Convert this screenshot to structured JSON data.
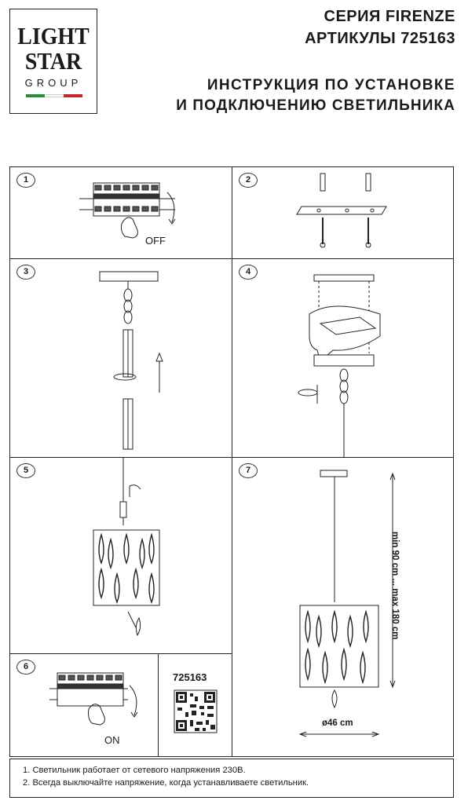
{
  "brand": {
    "line1": "LIGHT",
    "line2": "STAR",
    "line3": "GROUP",
    "flag_colors": [
      "#2a8a3e",
      "#ffffff",
      "#c8232c"
    ]
  },
  "header": {
    "series": "СЕРИЯ FIRENZE",
    "articles": "АРТИКУЛЫ 725163",
    "title_line1": "ИНСТРУКЦИЯ ПО УСТАНОВКЕ",
    "title_line2": "И ПОДКЛЮЧЕНИЮ СВЕТИЛЬНИКА"
  },
  "steps": [
    {
      "number": "1",
      "label": "OFF"
    },
    {
      "number": "2"
    },
    {
      "number": "3"
    },
    {
      "number": "4"
    },
    {
      "number": "5"
    },
    {
      "number": "6",
      "label": "ON"
    },
    {
      "number": "7",
      "height_label": "min 90 cm ... max 180 cm",
      "width_label": "ø46 cm"
    }
  ],
  "qr": {
    "article": "725163"
  },
  "notes": [
    "1. Светильник работает от сетевого напряжения 230В.",
    "2. Всегда выключайте напряжение, когда устанавливаете светильник."
  ]
}
